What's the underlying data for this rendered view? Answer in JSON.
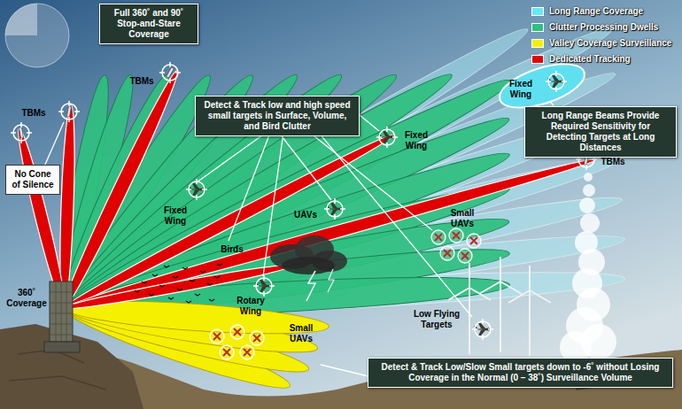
{
  "diagram": {
    "nodes": [
      {
        "text": [
          "Full 360˚ and 90˚ Stop-and-Stare Coverage"
        ]
      },
      {
        "text": [
          "Detect & Track low and high speed small targets in Surface, Volume, and Bird Clutter"
        ]
      },
      {
        "text": [
          "No Cone of Silence"
        ]
      },
      {
        "text": [
          "Long Range Beams Provide Required Sensitivity for Detecting Targets at Long Distances"
        ]
      },
      {
        "text": [
          "Detect & Track Low/Slow Small targets down to -6˚ without Losing Coverage in the Normal (0 – 38˚) Surveillance Volume"
        ]
      }
    ],
    "labels": [
      "Fixed Wing",
      "TBMs",
      "TBMs",
      "Fixed Wing",
      "TBMs",
      "Fixed Wing",
      "UAVs",
      "Small UAVs",
      "Birds",
      "360˚ Coverage",
      "Rotary Wing",
      "Low Flying Targets",
      "Small UAVs"
    ],
    "legend": [
      {
        "text": "Long Range Coverage",
        "color": "#66e8f5"
      },
      {
        "text": "Clutter Processing Dwells",
        "color": "#2fbf7f"
      },
      {
        "text": "Valley Coverage Surveillance",
        "color": "#f5f000"
      },
      {
        "text": "Dedicated Tracking",
        "color": "#e00000"
      }
    ]
  }
}
